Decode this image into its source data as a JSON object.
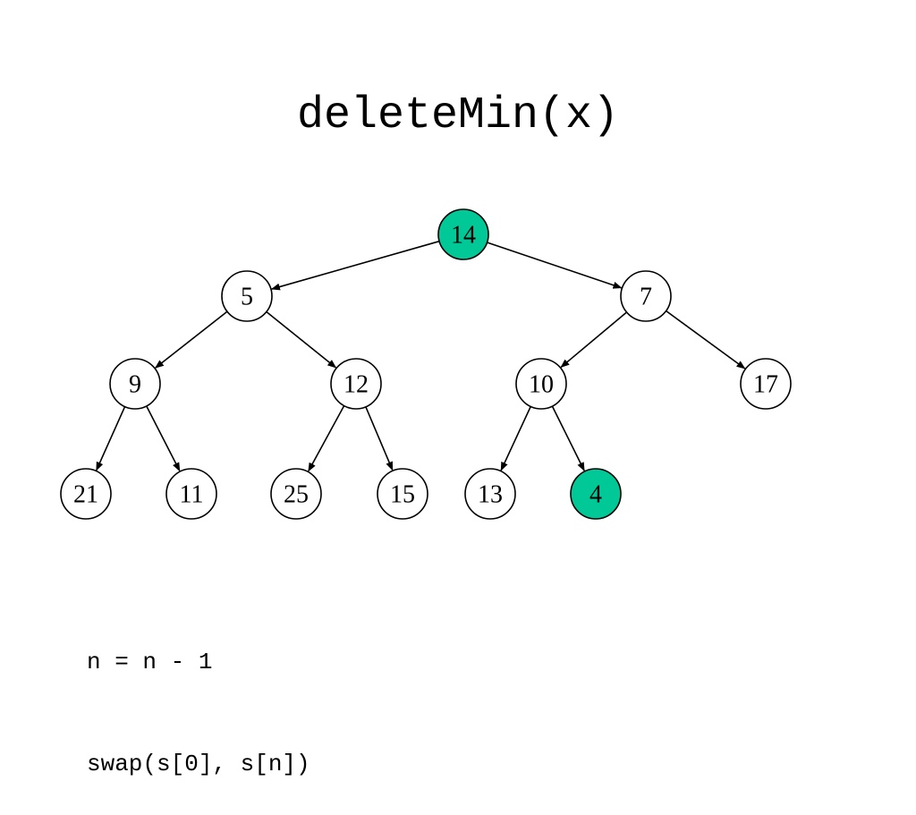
{
  "title": "deleteMin(x)",
  "highlight_color": "#00c896",
  "node_fill": "#ffffff",
  "edge_color": "#000000",
  "tree": {
    "nodes": [
      {
        "id": "n0",
        "label": "14",
        "highlighted": true
      },
      {
        "id": "n1",
        "label": "5",
        "highlighted": false
      },
      {
        "id": "n2",
        "label": "7",
        "highlighted": false
      },
      {
        "id": "n3",
        "label": "9",
        "highlighted": false
      },
      {
        "id": "n4",
        "label": "12",
        "highlighted": false
      },
      {
        "id": "n5",
        "label": "10",
        "highlighted": false
      },
      {
        "id": "n6",
        "label": "17",
        "highlighted": false
      },
      {
        "id": "n7",
        "label": "21",
        "highlighted": false
      },
      {
        "id": "n8",
        "label": "11",
        "highlighted": false
      },
      {
        "id": "n9",
        "label": "25",
        "highlighted": false
      },
      {
        "id": "n10",
        "label": "15",
        "highlighted": false
      },
      {
        "id": "n11",
        "label": "13",
        "highlighted": false
      },
      {
        "id": "n12",
        "label": "4",
        "highlighted": true
      }
    ],
    "edges": [
      {
        "from": "n0",
        "to": "n1"
      },
      {
        "from": "n0",
        "to": "n2"
      },
      {
        "from": "n1",
        "to": "n3"
      },
      {
        "from": "n1",
        "to": "n4"
      },
      {
        "from": "n2",
        "to": "n5"
      },
      {
        "from": "n2",
        "to": "n6"
      },
      {
        "from": "n3",
        "to": "n7"
      },
      {
        "from": "n3",
        "to": "n8"
      },
      {
        "from": "n4",
        "to": "n9"
      },
      {
        "from": "n4",
        "to": "n10"
      },
      {
        "from": "n5",
        "to": "n11"
      },
      {
        "from": "n5",
        "to": "n12"
      }
    ]
  },
  "code": {
    "lines": [
      "n = n - 1",
      "swap(s[0], s[n])"
    ]
  }
}
